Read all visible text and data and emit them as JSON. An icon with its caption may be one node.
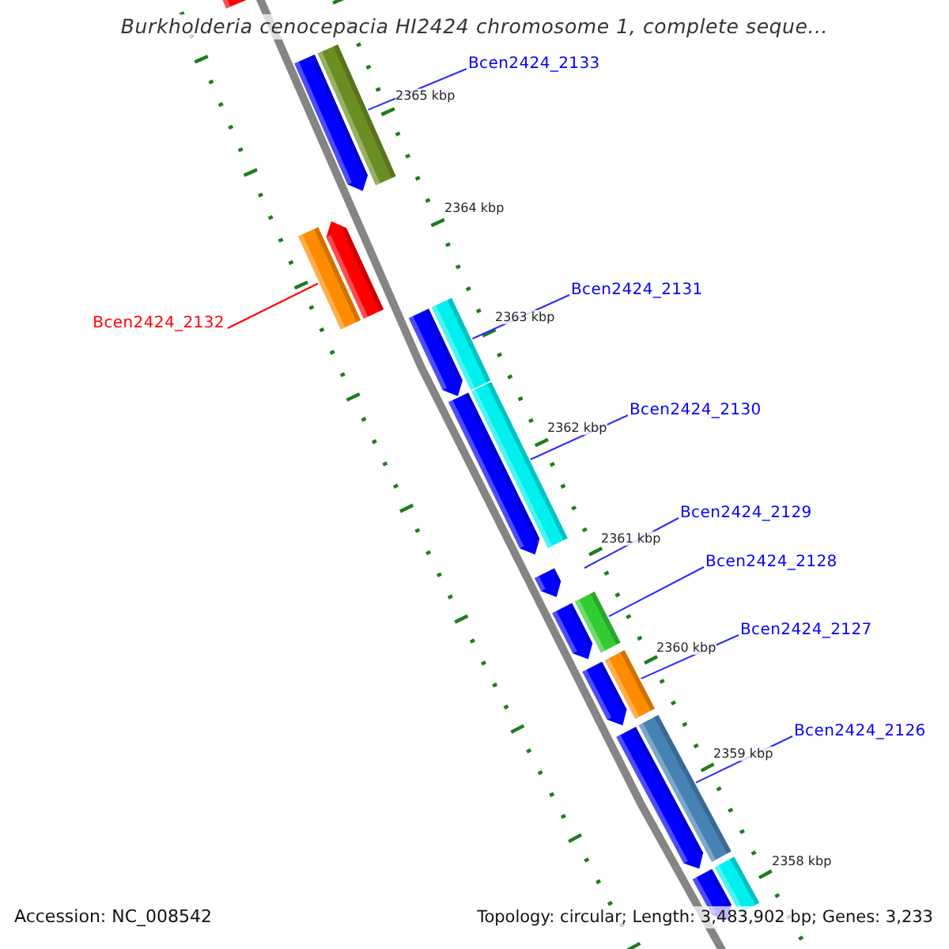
{
  "diagram": {
    "title": "Burkholderia cenocepacia HI2424 chromosome 1, complete seque...",
    "nodes": [
      {
        "text": [
          "Bcen2424_2133"
        ]
      },
      {
        "text": [
          "Bcen2424_2131"
        ]
      },
      {
        "text": [
          "Bcen2424_2132"
        ]
      },
      {
        "text": [
          "Bcen2424_2130"
        ]
      },
      {
        "text": [
          "Bcen2424_2129"
        ]
      },
      {
        "text": [
          "Bcen2424_2128"
        ]
      },
      {
        "text": [
          "Bcen2424_2127"
        ]
      },
      {
        "text": [
          "Bcen2424_2126"
        ]
      },
      {
        "text": [],
        "shape": "bar"
      },
      {
        "text": [],
        "shape": "bar"
      },
      {
        "text": [],
        "shape": "bar"
      },
      {
        "text": [],
        "shape": "bar"
      },
      {
        "text": [],
        "shape": "bar"
      },
      {
        "text": [],
        "shape": "bar"
      },
      {
        "text": [],
        "shape": "bar"
      },
      {
        "text": [],
        "shape": "bar"
      },
      {
        "text": [],
        "shape": "bar"
      },
      {
        "text": [],
        "shape": "bar"
      }
    ],
    "edges": [
      {
        "from": 0,
        "to": 9,
        "arrow": "none"
      },
      {
        "from": 1,
        "to": 11,
        "arrow": "none"
      },
      {
        "from": 2,
        "to": 10,
        "arrow": "none",
        "color": "#ff0000"
      },
      {
        "from": 3,
        "to": 12,
        "arrow": "none"
      },
      {
        "from": 4,
        "to": 13,
        "arrow": "none"
      },
      {
        "from": 5,
        "to": 14,
        "arrow": "none"
      },
      {
        "from": 6,
        "to": 15,
        "arrow": "none"
      },
      {
        "from": 7,
        "to": 16,
        "arrow": "none"
      }
    ],
    "labels": [
      "2365 kbp",
      "2364 kbp",
      "2363 kbp",
      "2362 kbp",
      "2361 kbp",
      "2360 kbp",
      "2359 kbp",
      "2358 kbp",
      "Accession: NC_008542",
      "Topology: circular; Length: 3,483,902 bp; Genes: 3,233"
    ]
  }
}
